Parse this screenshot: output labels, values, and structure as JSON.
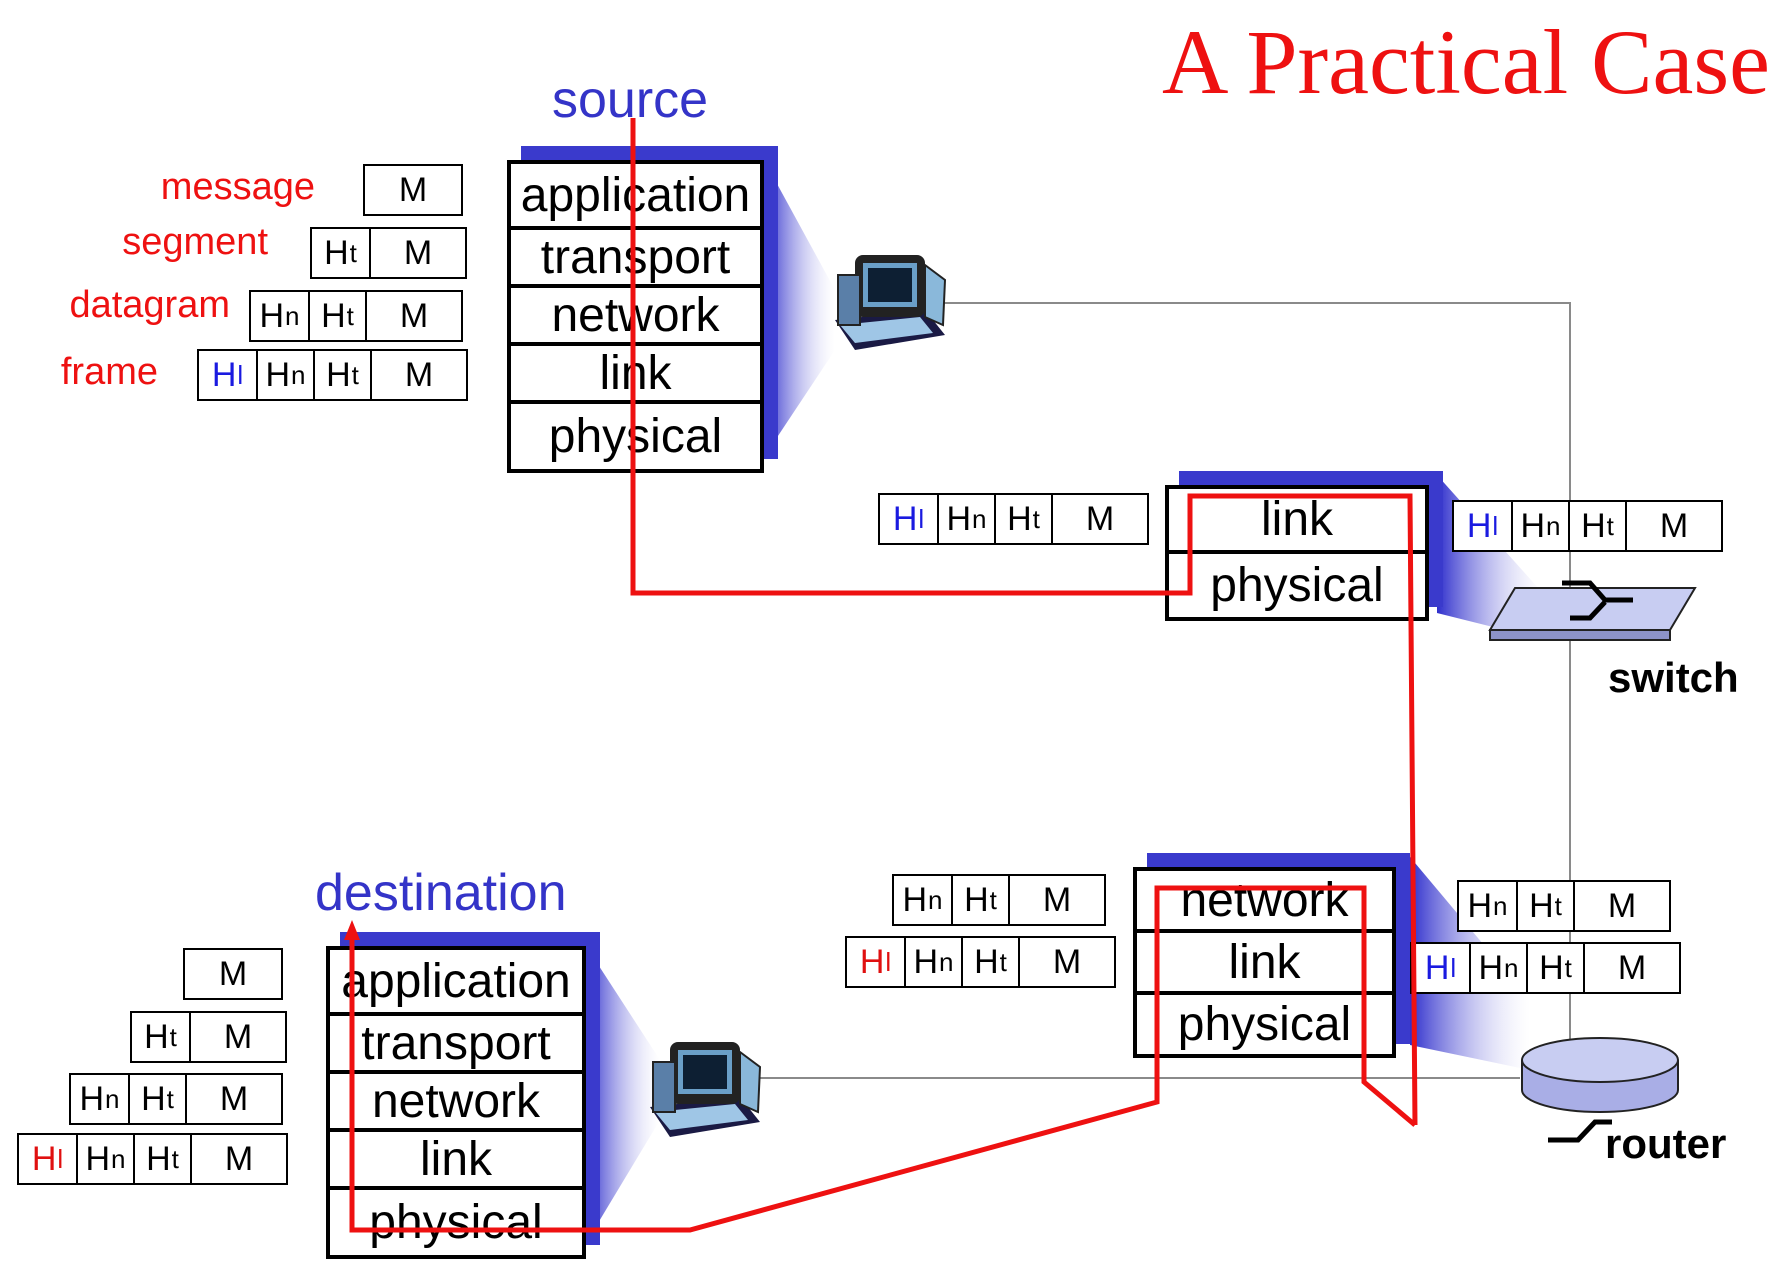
{
  "title": "A Practical Case",
  "colors": {
    "title": "#ee1111",
    "heading_blue": "#3434c8",
    "path_red": "#ee1111",
    "header_blue": "#1a1ae0",
    "header_red": "#e01010",
    "stack_shadow": "#3a3acc"
  },
  "source": {
    "label": "source",
    "layers": [
      "application",
      "transport",
      "network",
      "link",
      "physical"
    ],
    "encapsulation": {
      "message_label": "message",
      "segment_label": "segment",
      "datagram_label": "datagram",
      "frame_label": "frame",
      "message": [
        "M"
      ],
      "segment": [
        "Ht",
        "M"
      ],
      "datagram": [
        "Hn",
        "Ht",
        "M"
      ],
      "frame": [
        "Hl",
        "Hn",
        "Ht",
        "M"
      ]
    }
  },
  "switch": {
    "label": "switch",
    "layers": [
      "link",
      "physical"
    ],
    "in_frame": [
      "Hl",
      "Hn",
      "Ht",
      "M"
    ],
    "out_frame": [
      "Hl",
      "Hn",
      "Ht",
      "M"
    ]
  },
  "router": {
    "label": "router",
    "layers": [
      "network",
      "link",
      "physical"
    ],
    "left_datagram": [
      "Hn",
      "Ht",
      "M"
    ],
    "left_frame": [
      "Hl",
      "Hn",
      "Ht",
      "M"
    ],
    "right_datagram": [
      "Hn",
      "Ht",
      "M"
    ],
    "right_frame": [
      "Hl",
      "Hn",
      "Ht",
      "M"
    ]
  },
  "destination": {
    "label": "destination",
    "layers": [
      "application",
      "transport",
      "network",
      "link",
      "physical"
    ],
    "message": [
      "M"
    ],
    "segment": [
      "Ht",
      "M"
    ],
    "datagram": [
      "Hn",
      "Ht",
      "M"
    ],
    "frame": [
      "Hl",
      "Hn",
      "Ht",
      "M"
    ]
  },
  "icons": [
    "computer-icon",
    "switch-icon",
    "router-icon"
  ]
}
